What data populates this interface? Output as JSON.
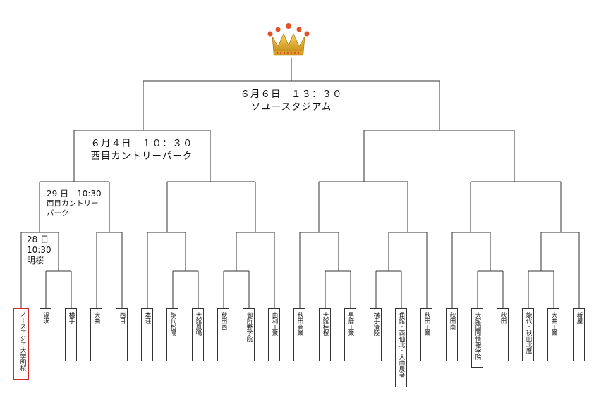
{
  "colors": {
    "line": "#333333",
    "highlight_border": "#cc2a2a",
    "crown_gold": "#e8b224",
    "crown_jewel": "#e0522a"
  },
  "icons": {
    "trophy": "crown-icon"
  },
  "final": {
    "date": "６月６日　１３：３０",
    "venue": "ソユースタジアム"
  },
  "semifinal": {
    "date": "６月４日　１０：３０",
    "venue": "西目カントリーパーク"
  },
  "quarterfinal": {
    "date": "29 日　10:30",
    "venue_line1": "西目カントリー",
    "venue_line2": "パーク"
  },
  "round16": {
    "date": "28 日",
    "time": "10:30",
    "venue": "明桜"
  },
  "teams": [
    {
      "name": "ノースアジア大学明桜"
    },
    {
      "name": "湯沢"
    },
    {
      "name": "横手"
    },
    {
      "name": "大曲"
    },
    {
      "name": "西目"
    },
    {
      "name": "本荘"
    },
    {
      "name": "能代松陽"
    },
    {
      "name": "大館鳳鳴"
    },
    {
      "name": "秋田西"
    },
    {
      "name": "御所野学院"
    },
    {
      "name": "由利工業"
    },
    {
      "name": "秋田商業"
    },
    {
      "name": "大館桂桜"
    },
    {
      "name": "男鹿工業"
    },
    {
      "name": "横手清陵"
    },
    {
      "name": "角館・西仙北・大曲農業"
    },
    {
      "name": "秋田工業"
    },
    {
      "name": "秋田南"
    },
    {
      "name": "大館国際情報学院"
    },
    {
      "name": "秋田"
    },
    {
      "name": "能代・秋田北鷹"
    },
    {
      "name": "大曲工業"
    },
    {
      "name": "新屋"
    }
  ]
}
